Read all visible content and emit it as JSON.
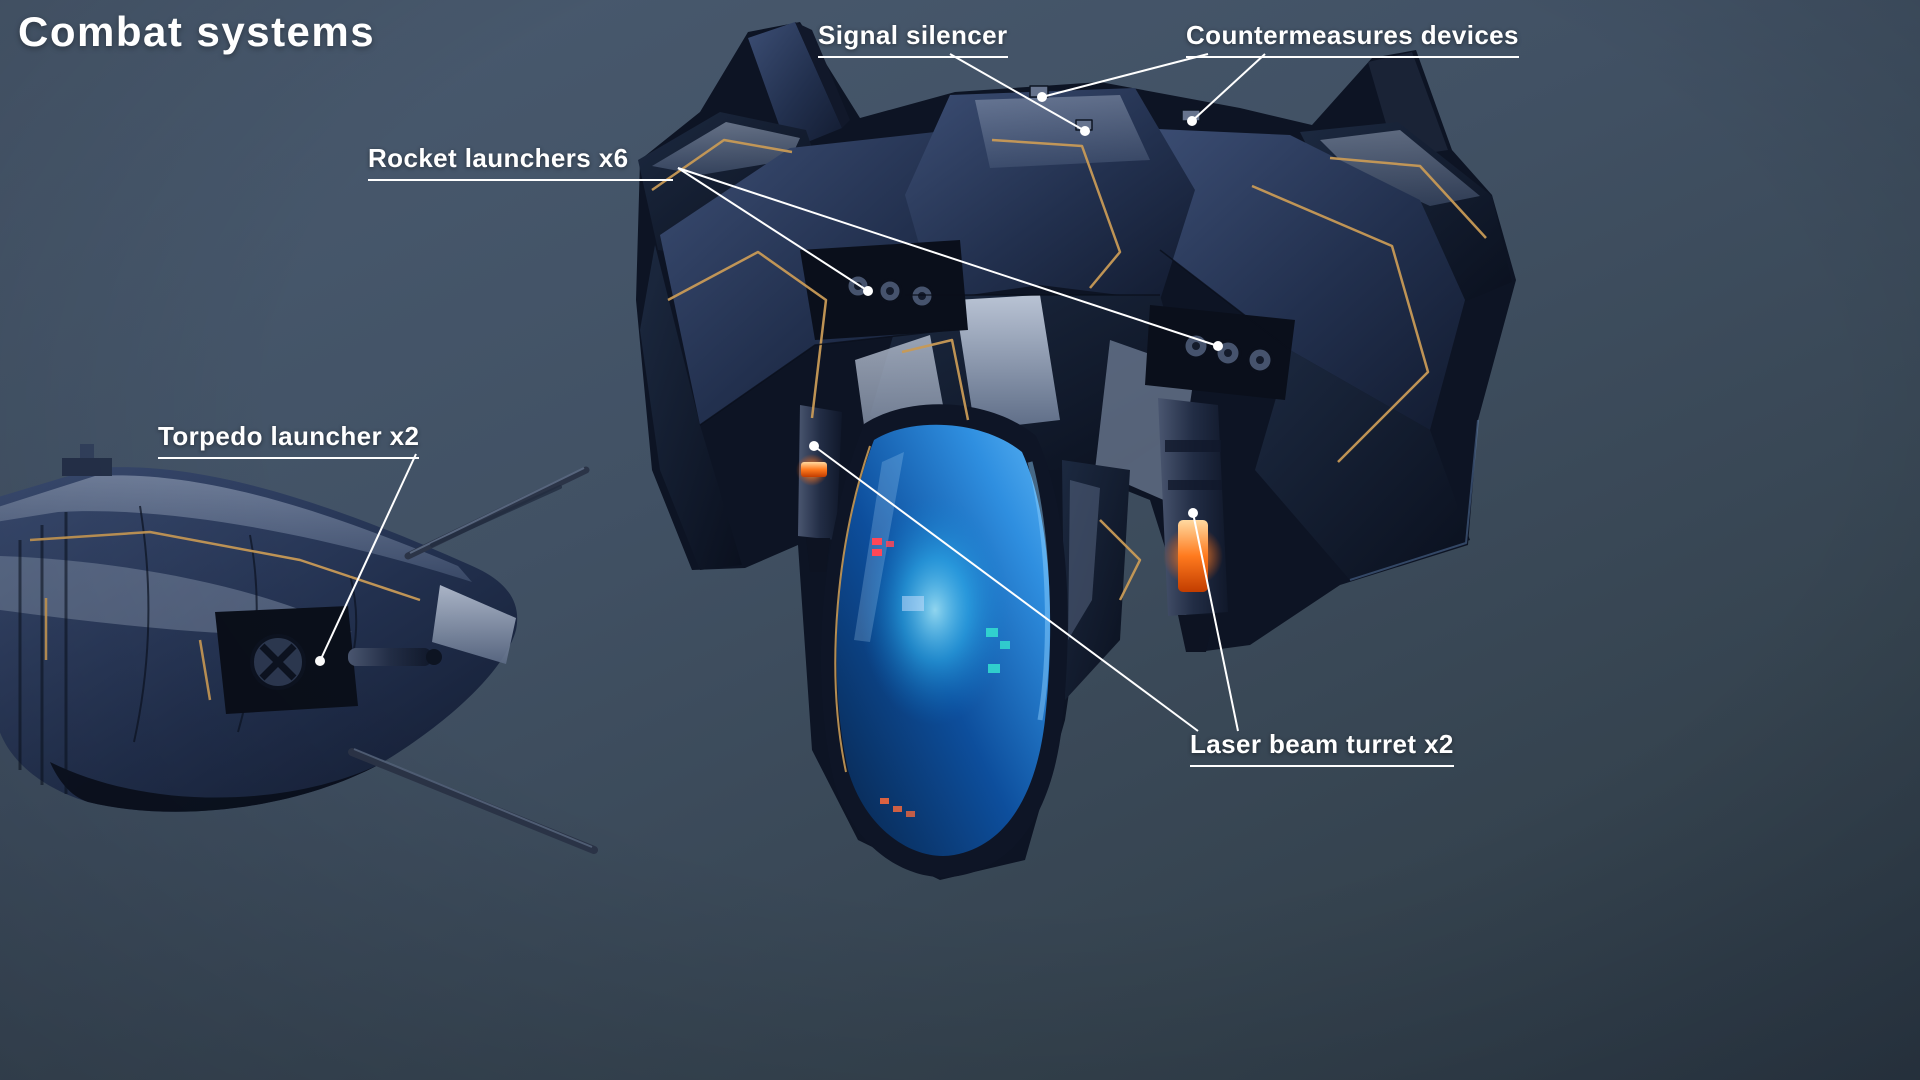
{
  "title": "Combat systems",
  "callouts": {
    "signal_silencer": {
      "label": "Signal silencer"
    },
    "countermeasures": {
      "label": "Countermeasures devices"
    },
    "rocket_launchers": {
      "label": "Rocket launchers x6"
    },
    "torpedo_launcher": {
      "label": "Torpedo launcher x2"
    },
    "laser_turret": {
      "label": "Laser beam turret x2"
    }
  },
  "colors": {
    "background_top": "#4a5b70",
    "background_bottom": "#2c3947",
    "label_text": "#ffffff",
    "leader_line": "#ffffff",
    "hull_dark": "#0d1424",
    "hull_mid": "#233150",
    "hull_light": "#8e9cb5",
    "accent_gold": "#c89a56",
    "canopy_blue": "#2f8fe0",
    "glow_cyan": "#7fe3ff",
    "glow_orange": "#ff7a1e"
  }
}
